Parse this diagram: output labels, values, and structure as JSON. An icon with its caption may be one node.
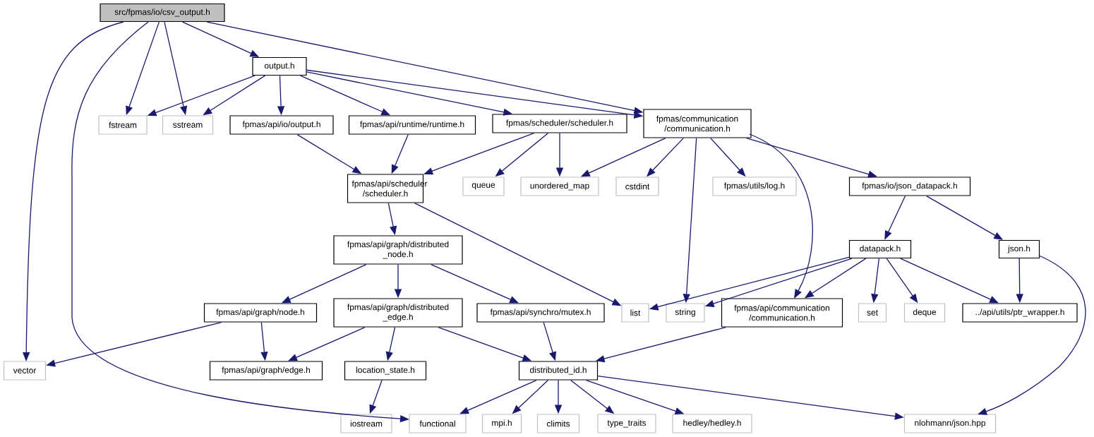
{
  "diagram": {
    "nodes": [
      {
        "text": [
          "src/fpmas/io/csv_output.h"
        ]
      },
      {
        "text": [
          "output.h"
        ]
      },
      {
        "text": [
          "fstream"
        ]
      },
      {
        "text": [
          "sstream"
        ]
      },
      {
        "text": [
          "fpmas/api/io/output.h"
        ]
      },
      {
        "text": [
          "fpmas/api/runtime/runtime.h"
        ]
      },
      {
        "text": [
          "fpmas/scheduler/scheduler.h"
        ]
      },
      {
        "text": [
          "fpmas/communication /communication.h"
        ]
      },
      {
        "text": [
          "fpmas/api/scheduler /scheduler.h"
        ]
      },
      {
        "text": [
          "queue"
        ]
      },
      {
        "text": [
          "unordered_map"
        ]
      },
      {
        "text": [
          "cstdint"
        ]
      },
      {
        "text": [
          "fpmas/utils/log.h"
        ]
      },
      {
        "text": [
          "fpmas/io/json_datapack.h"
        ]
      },
      {
        "text": [
          "fpmas/api/graph/distributed _node.h"
        ]
      },
      {
        "text": [
          "datapack.h"
        ]
      },
      {
        "text": [
          "json.h"
        ]
      },
      {
        "text": [
          "fpmas/api/graph/node.h"
        ]
      },
      {
        "text": [
          "fpmas/api/graph/distributed _edge.h"
        ]
      },
      {
        "text": [
          "fpmas/api/synchro/mutex.h"
        ]
      },
      {
        "text": [
          "list"
        ]
      },
      {
        "text": [
          "string"
        ]
      },
      {
        "text": [
          "fpmas/api/communication /communication.h"
        ]
      },
      {
        "text": [
          "set"
        ]
      },
      {
        "text": [
          "deque"
        ]
      },
      {
        "text": [
          "../api/utils/ptr_wrapper.h"
        ]
      },
      {
        "text": [
          "vector"
        ]
      },
      {
        "text": [
          "fpmas/api/graph/edge.h"
        ]
      },
      {
        "text": [
          "location_state.h"
        ]
      },
      {
        "text": [
          "distributed_id.h"
        ]
      },
      {
        "text": [
          "iostream"
        ]
      },
      {
        "text": [
          "functional"
        ]
      },
      {
        "text": [
          "mpi.h"
        ]
      },
      {
        "text": [
          "climits"
        ]
      },
      {
        "text": [
          "type_traits"
        ]
      },
      {
        "text": [
          "hedley/hedley.h"
        ]
      },
      {
        "text": [
          "nlohmann/json.hpp"
        ]
      }
    ],
    "edges": [
      {
        "from": 0,
        "to": 26,
        "arrow": "to"
      },
      {
        "from": 0,
        "to": 31,
        "arrow": "to"
      },
      {
        "from": 0,
        "to": 2,
        "arrow": "to"
      },
      {
        "from": 0,
        "to": 3,
        "arrow": "to"
      },
      {
        "from": 0,
        "to": 1,
        "arrow": "to"
      },
      {
        "from": 0,
        "to": 7,
        "arrow": "to"
      },
      {
        "from": 1,
        "to": 2,
        "arrow": "to"
      },
      {
        "from": 1,
        "to": 3,
        "arrow": "to"
      },
      {
        "from": 1,
        "to": 4,
        "arrow": "to"
      },
      {
        "from": 1,
        "to": 5,
        "arrow": "to"
      },
      {
        "from": 1,
        "to": 6,
        "arrow": "to"
      },
      {
        "from": 1,
        "to": 7,
        "arrow": "to"
      },
      {
        "from": 4,
        "to": 8,
        "arrow": "to"
      },
      {
        "from": 5,
        "to": 8,
        "arrow": "to"
      },
      {
        "from": 6,
        "to": 8,
        "arrow": "to"
      },
      {
        "from": 6,
        "to": 9,
        "arrow": "to"
      },
      {
        "from": 6,
        "to": 10,
        "arrow": "to"
      },
      {
        "from": 7,
        "to": 10,
        "arrow": "to"
      },
      {
        "from": 7,
        "to": 11,
        "arrow": "to"
      },
      {
        "from": 7,
        "to": 21,
        "arrow": "to"
      },
      {
        "from": 7,
        "to": 12,
        "arrow": "to"
      },
      {
        "from": 7,
        "to": 22,
        "arrow": "to"
      },
      {
        "from": 7,
        "to": 13,
        "arrow": "to"
      },
      {
        "from": 8,
        "to": 14,
        "arrow": "to"
      },
      {
        "from": 8,
        "to": 20,
        "arrow": "to"
      },
      {
        "from": 13,
        "to": 15,
        "arrow": "to"
      },
      {
        "from": 13,
        "to": 16,
        "arrow": "to"
      },
      {
        "from": 14,
        "to": 17,
        "arrow": "to"
      },
      {
        "from": 14,
        "to": 18,
        "arrow": "to"
      },
      {
        "from": 14,
        "to": 19,
        "arrow": "to"
      },
      {
        "from": 15,
        "to": 20,
        "arrow": "to"
      },
      {
        "from": 15,
        "to": 21,
        "arrow": "to"
      },
      {
        "from": 15,
        "to": 22,
        "arrow": "to"
      },
      {
        "from": 15,
        "to": 23,
        "arrow": "to"
      },
      {
        "from": 15,
        "to": 24,
        "arrow": "to"
      },
      {
        "from": 15,
        "to": 25,
        "arrow": "to"
      },
      {
        "from": 16,
        "to": 25,
        "arrow": "to"
      },
      {
        "from": 16,
        "to": 36,
        "arrow": "to"
      },
      {
        "from": 17,
        "to": 26,
        "arrow": "to"
      },
      {
        "from": 17,
        "to": 27,
        "arrow": "to"
      },
      {
        "from": 18,
        "to": 27,
        "arrow": "to"
      },
      {
        "from": 18,
        "to": 28,
        "arrow": "to"
      },
      {
        "from": 18,
        "to": 29,
        "arrow": "to"
      },
      {
        "from": 19,
        "to": 29,
        "arrow": "to"
      },
      {
        "from": 22,
        "to": 29,
        "arrow": "to"
      },
      {
        "from": 28,
        "to": 30,
        "arrow": "to"
      },
      {
        "from": 29,
        "to": 31,
        "arrow": "to"
      },
      {
        "from": 29,
        "to": 32,
        "arrow": "to"
      },
      {
        "from": 29,
        "to": 33,
        "arrow": "to"
      },
      {
        "from": 29,
        "to": 34,
        "arrow": "to"
      },
      {
        "from": 29,
        "to": 35,
        "arrow": "to"
      },
      {
        "from": 29,
        "to": 36,
        "arrow": "to"
      }
    ]
  }
}
